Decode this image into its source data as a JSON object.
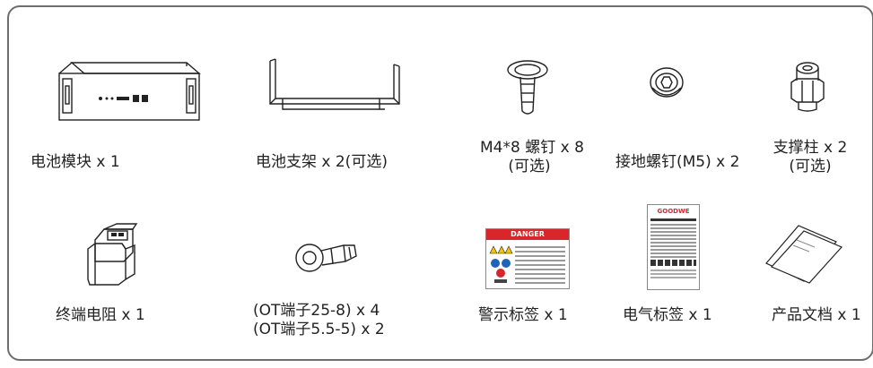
{
  "items": [
    {
      "label": "电池模块 x 1",
      "icon": "battery-module-icon"
    },
    {
      "label": "电池支架 x 2(可选)",
      "icon": "battery-bracket-icon"
    },
    {
      "label_lines": [
        "M4*8 螺钉 x 8",
        "(可选)"
      ],
      "icon": "m4-screw-icon"
    },
    {
      "label": "接地螺钉(M5) x 2",
      "icon": "ground-screw-icon"
    },
    {
      "label_lines": [
        "支撑柱 x 2",
        "(可选)"
      ],
      "icon": "support-pillar-icon"
    },
    {
      "label": "终端电阻 x 1",
      "icon": "terminal-resistor-icon"
    },
    {
      "label_lines": [
        "(OT端子25-8) x 4",
        "(OT端子5.5-5) x 2"
      ],
      "icon": "ot-terminal-icon"
    },
    {
      "label": "警示标签 x 1",
      "icon": "warning-label-icon",
      "header": "DANGER",
      "header_color": "#d9262b"
    },
    {
      "label": "电气标签 x 1",
      "icon": "electrical-label-icon",
      "brand": "GOODWE",
      "brand_color": "#d9262b"
    },
    {
      "label": "产品文档 x 1",
      "icon": "product-document-icon"
    }
  ]
}
